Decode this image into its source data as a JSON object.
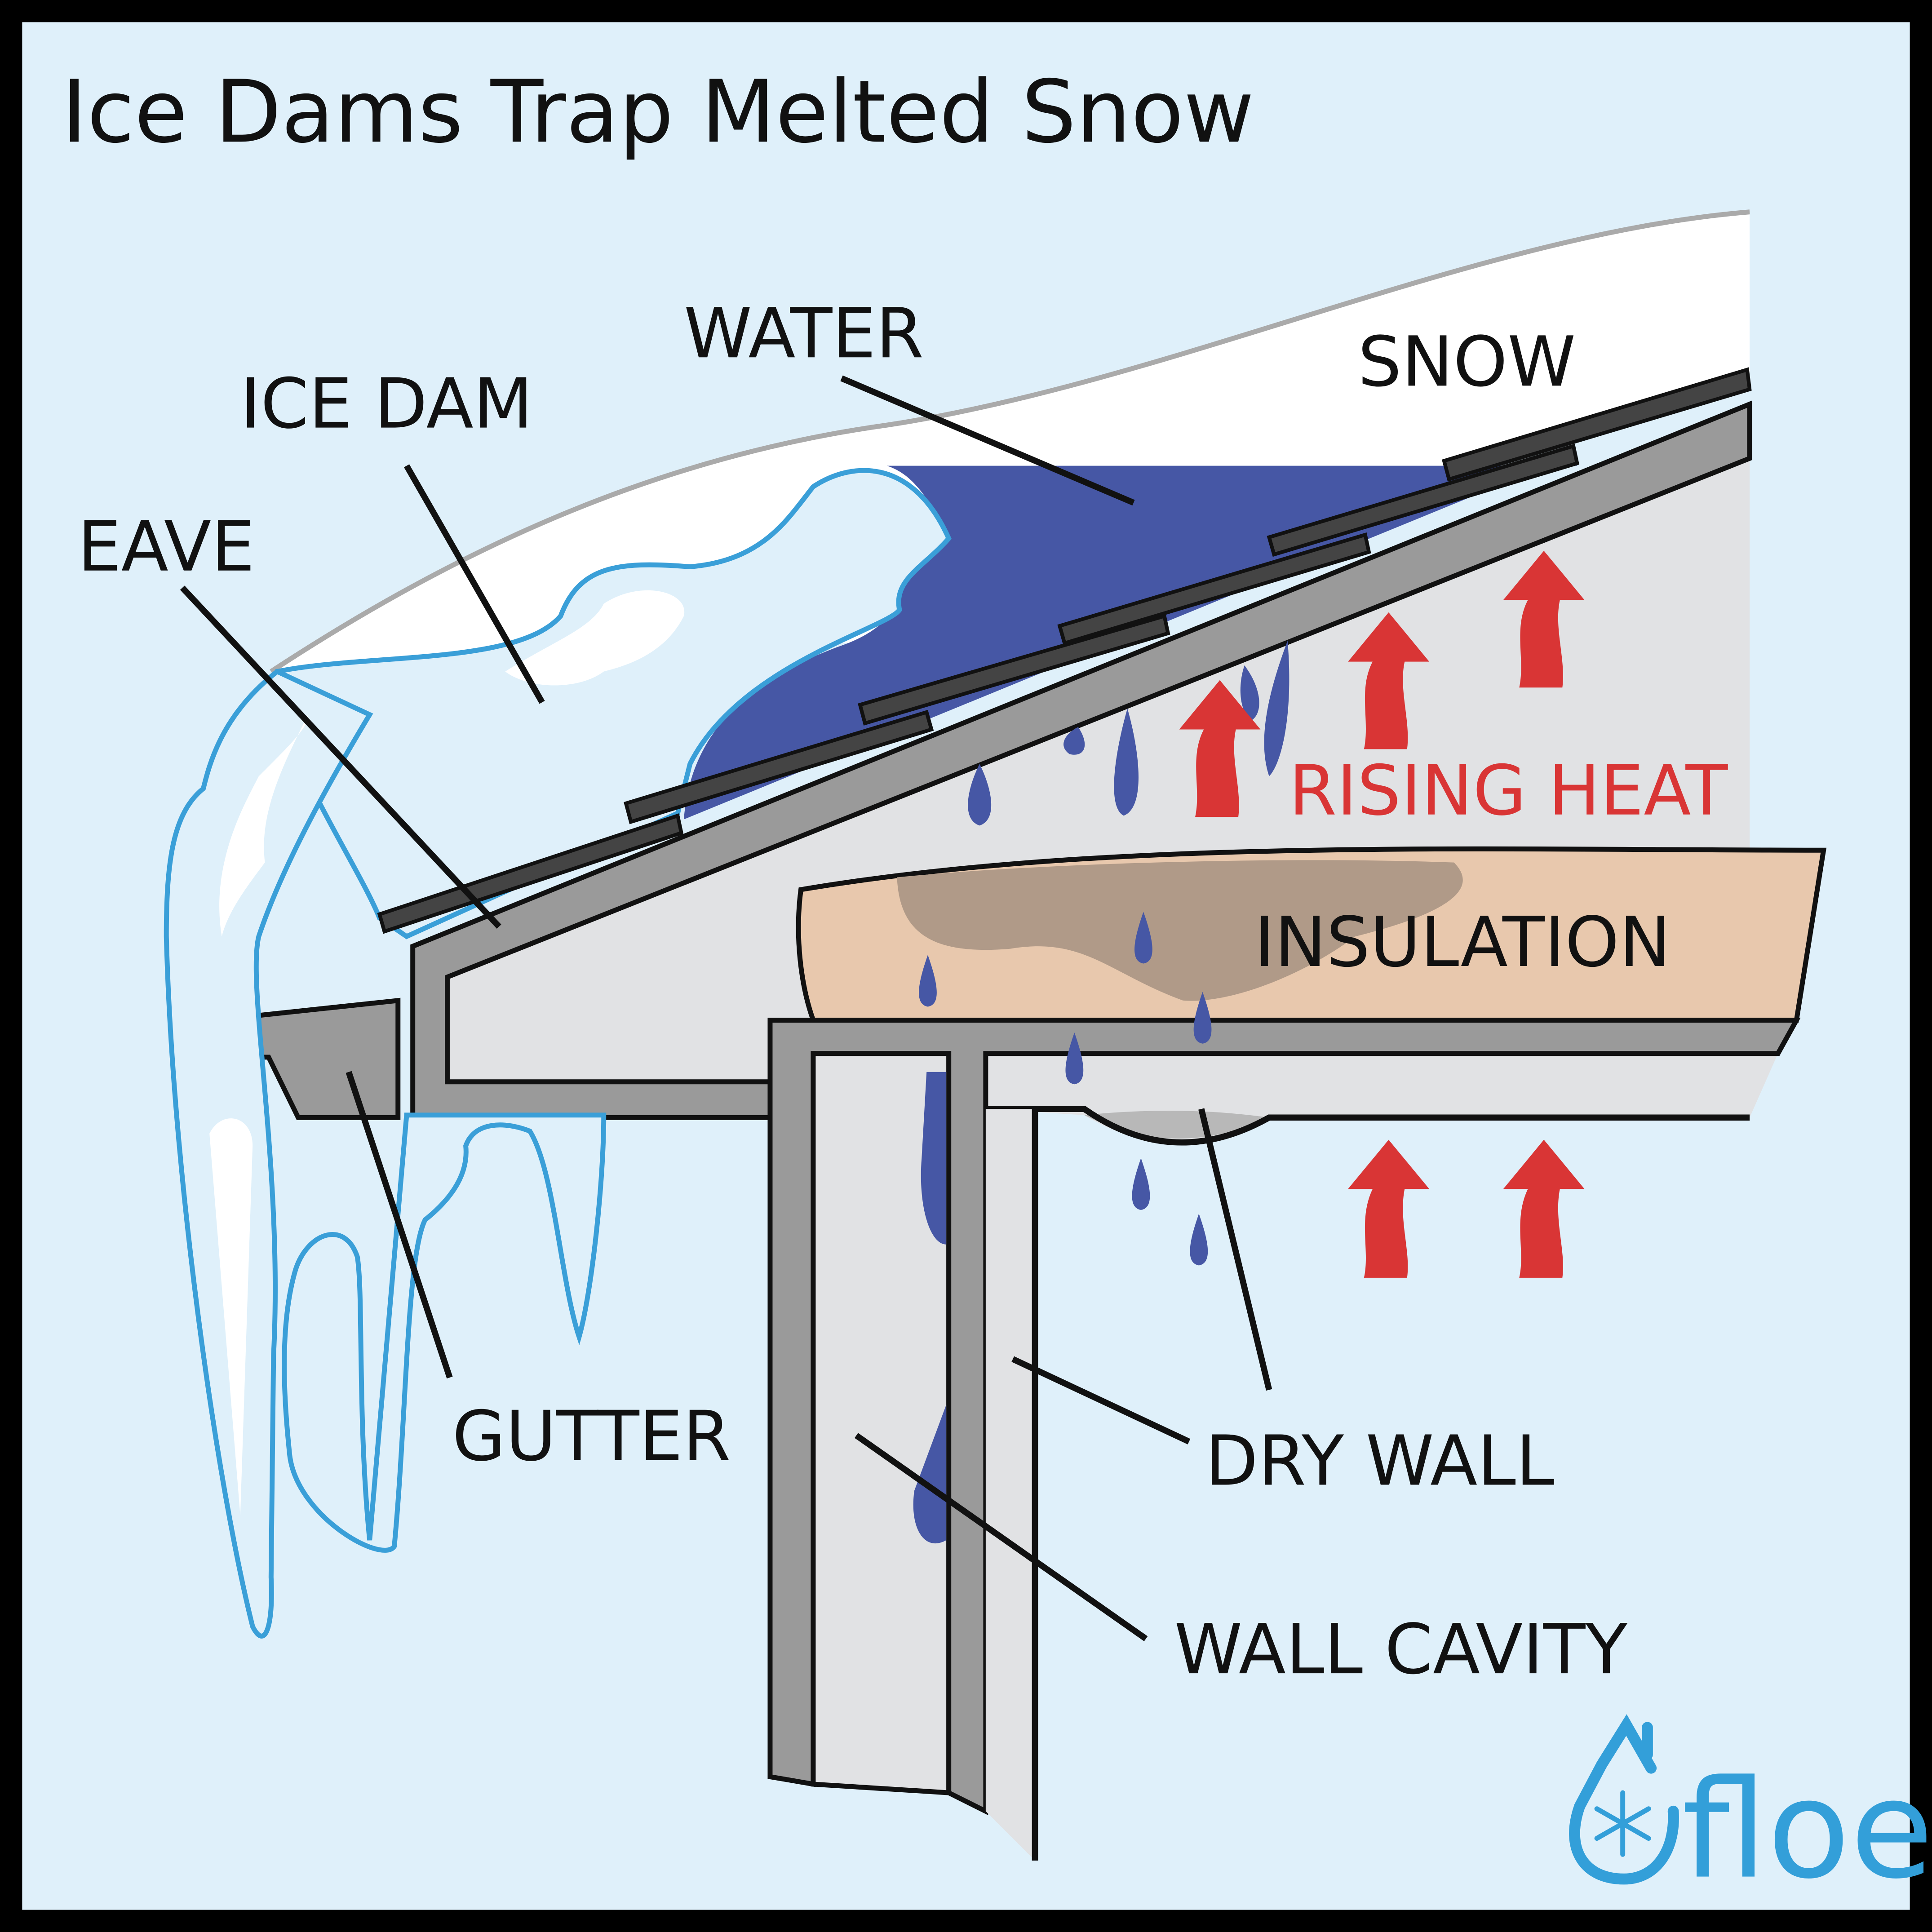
{
  "title": "Ice Dams Trap Melted Snow",
  "labels": {
    "water": "WATER",
    "snow": "SNOW",
    "ice_dam": "ICE DAM",
    "eave": "EAVE",
    "rising_heat": "RISING HEAT",
    "insulation": "INSULATION",
    "gutter": "GUTTER",
    "dry_wall": "DRY WALL",
    "wall_cavity": "WALL CAVITY"
  },
  "logo": {
    "text": "floe",
    "icon": "house-drop-snowflake-icon"
  },
  "colors": {
    "background": "#dff0fa",
    "water": "#4657a5",
    "ice_outline": "#3a9fd8",
    "heat": "#d93535",
    "insulation": "#e8c8ad",
    "roof": "#9a9a9a",
    "shingle": "#444444",
    "logo": "#339fd9"
  }
}
